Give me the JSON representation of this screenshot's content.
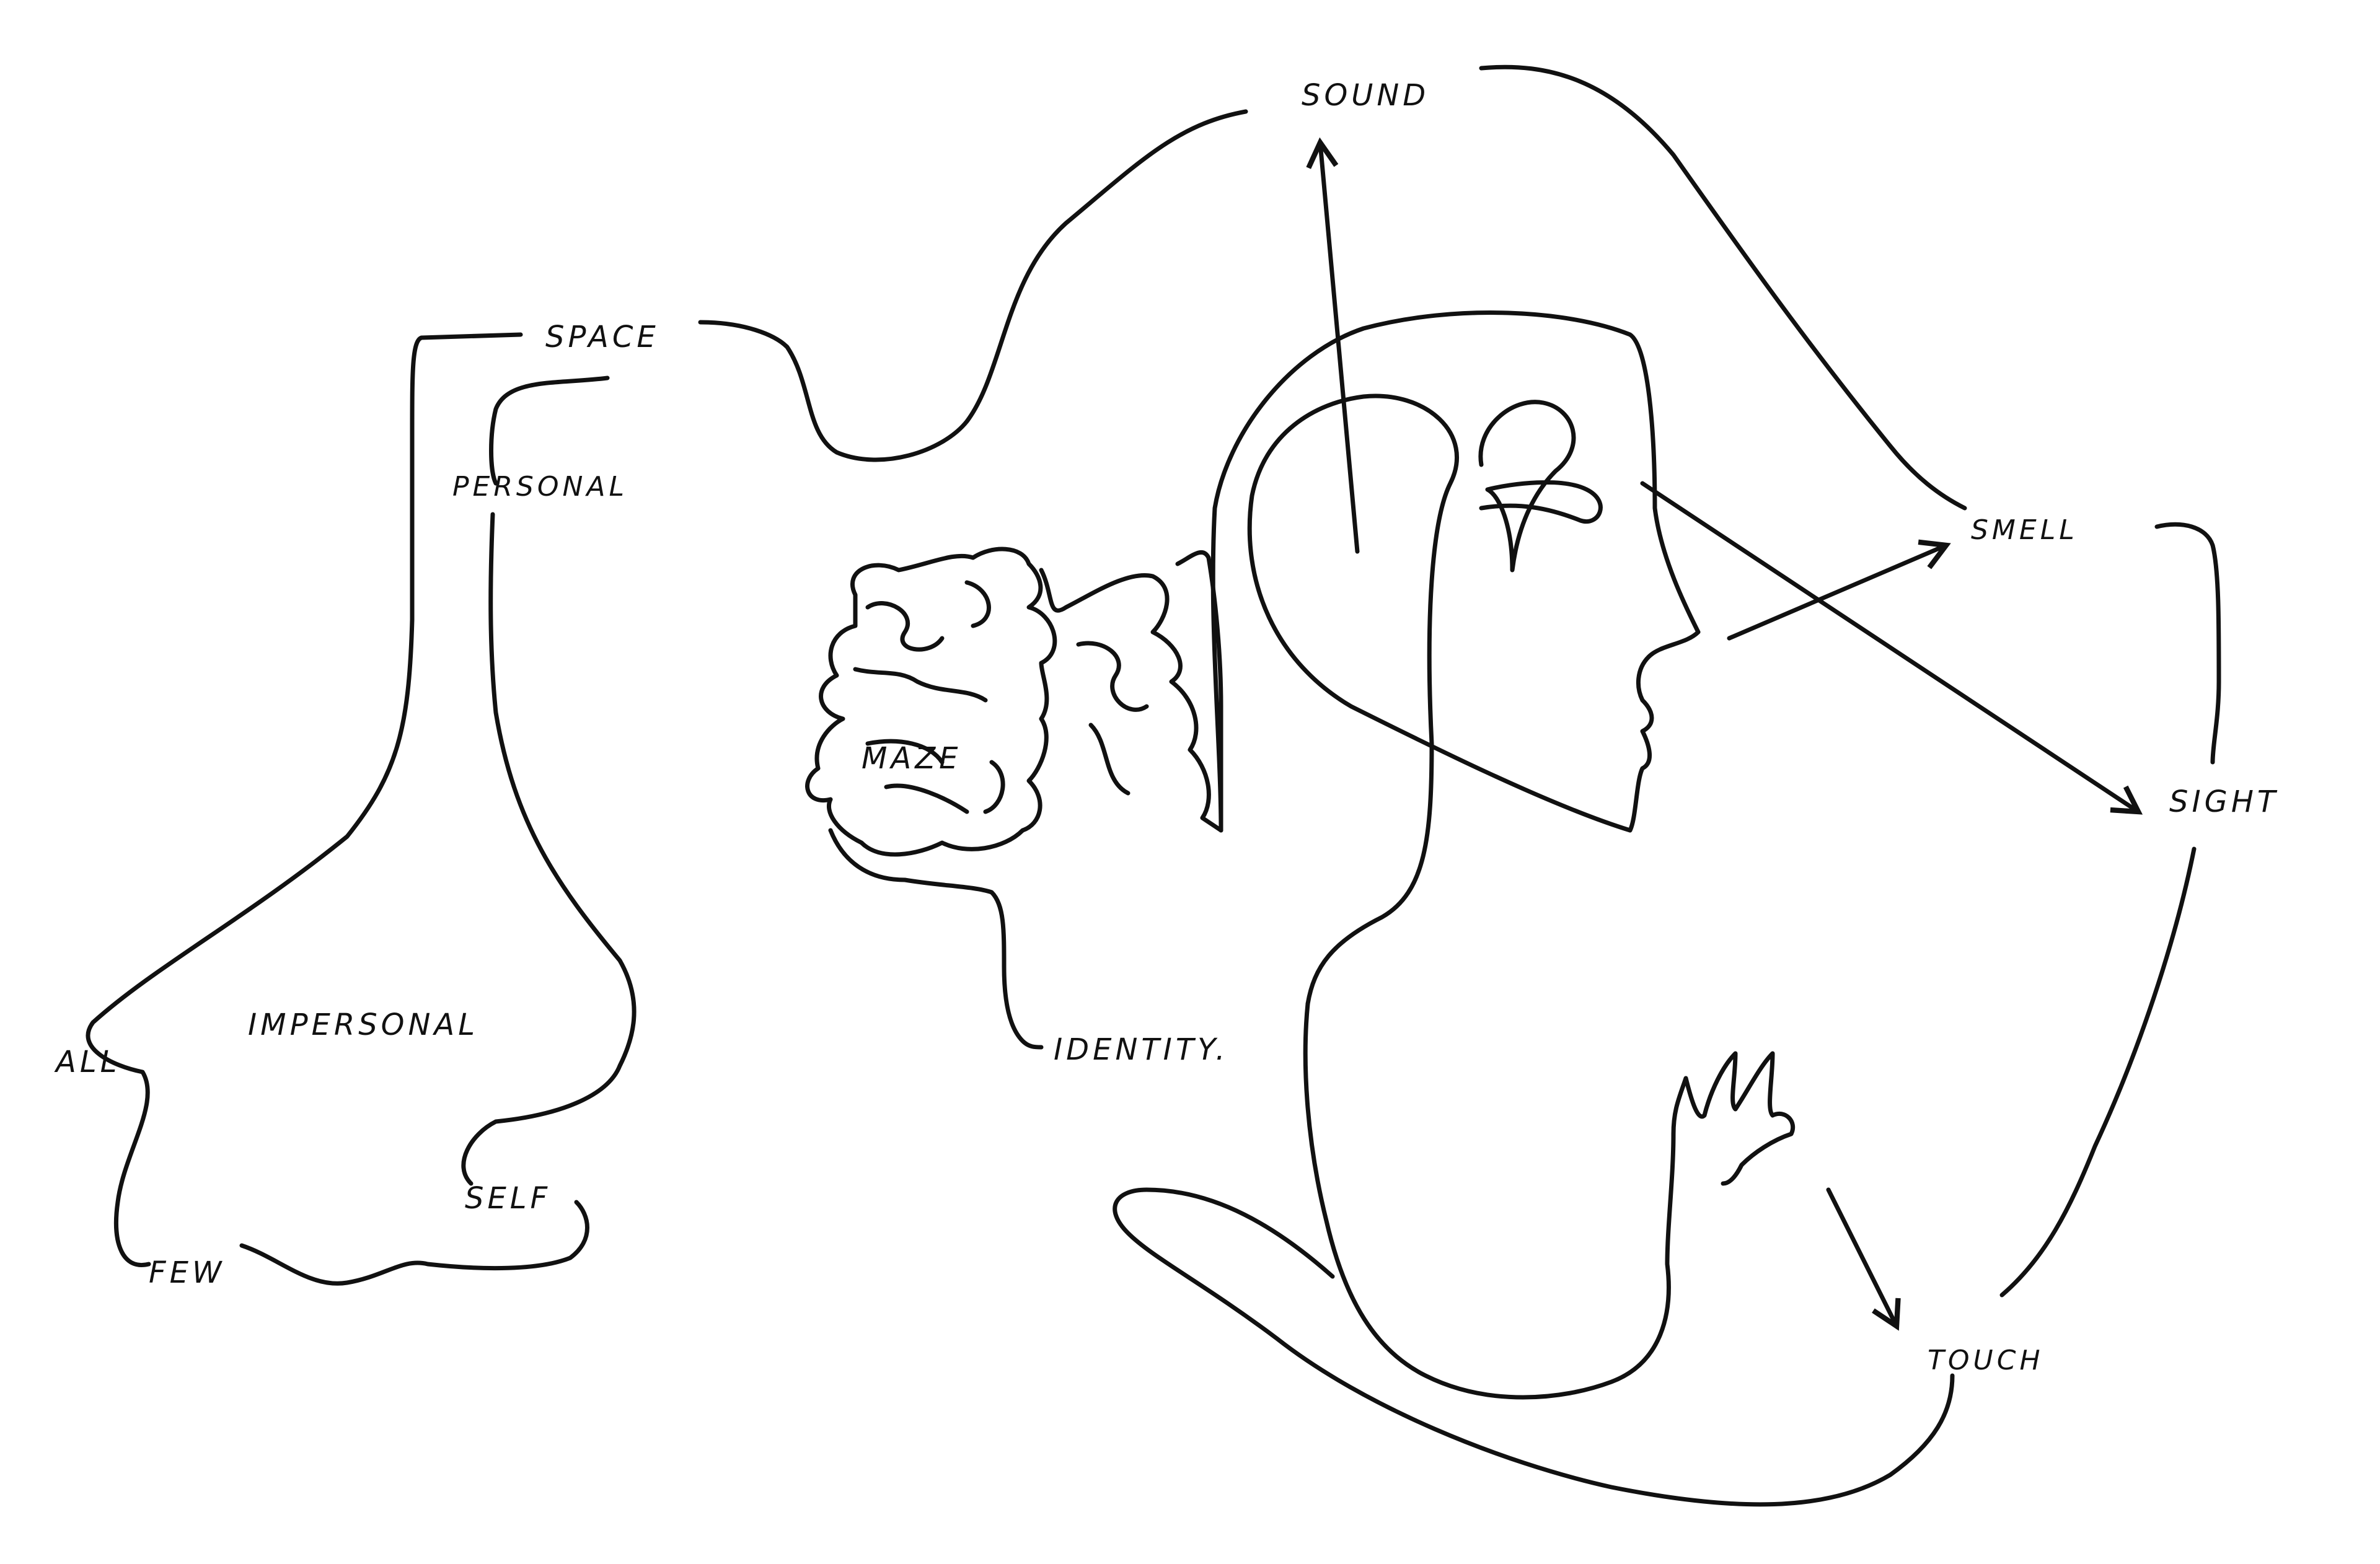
{
  "diagram": {
    "labels": {
      "sound": "SOUND",
      "space": "SPACE",
      "personal": "PERSONAL",
      "impersonal": "IMPERSONAL",
      "all": "ALL",
      "few": "FEW",
      "self": "SELF",
      "maze": "MAZE",
      "identity": "IDENTITY.",
      "smell": "SMELL",
      "sight": "SIGHT",
      "touch": "TOUCH"
    },
    "colors": {
      "ink": "#111111",
      "paper": "#ffffff"
    }
  }
}
